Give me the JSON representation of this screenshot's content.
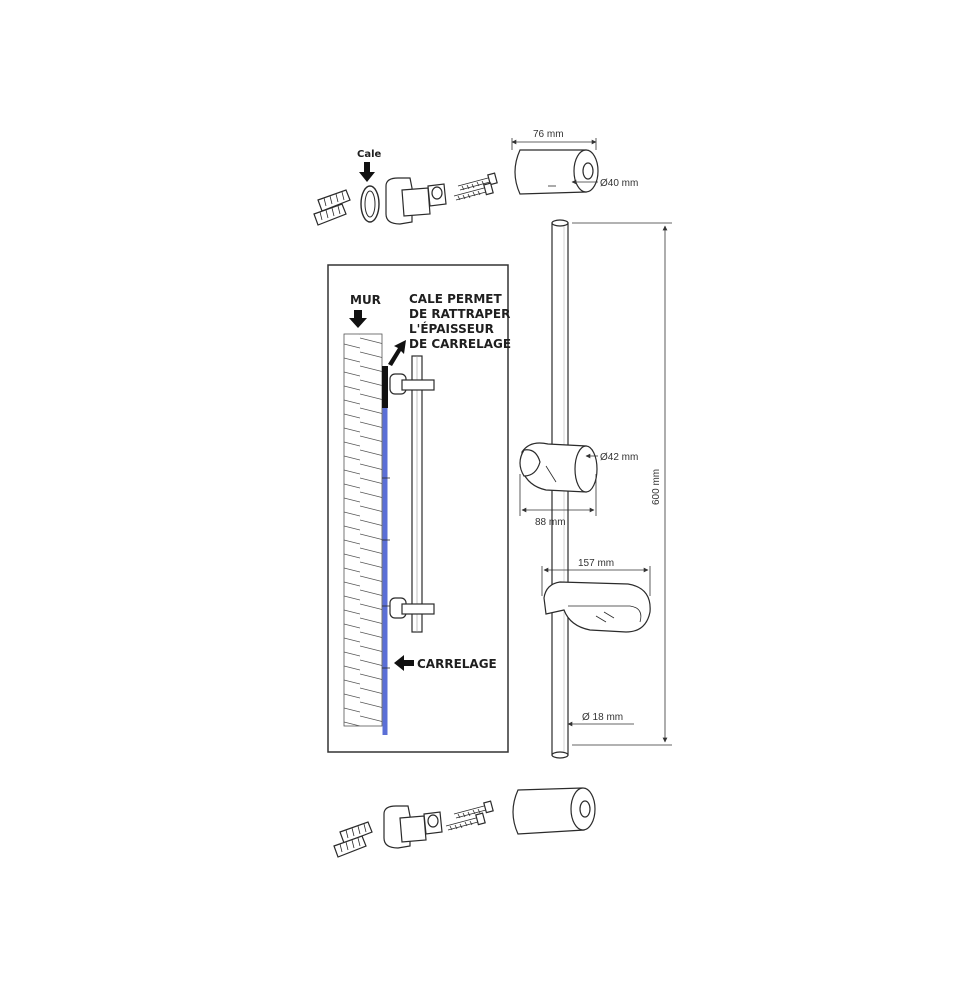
{
  "labels": {
    "cale": "Cale",
    "mur": "MUR",
    "cale_note": [
      "CALE PERMET",
      "DE RATTRAPER",
      "L'ÉPAISSEUR",
      "DE CARRELAGE"
    ],
    "carrelage": "CARRELAGE"
  },
  "dimensions": {
    "end_cap_length": "76 mm",
    "end_cap_diameter": "Ø40 mm",
    "slider_diameter": "Ø42 mm",
    "slider_length": "88 mm",
    "soap_dish_width": "157 mm",
    "bar_diameter": "Ø 18 mm",
    "bar_height": "600 mm"
  },
  "colors": {
    "tile_line": "#5b6fd6",
    "ink": "#2b2b2b",
    "shim": "#111111"
  }
}
